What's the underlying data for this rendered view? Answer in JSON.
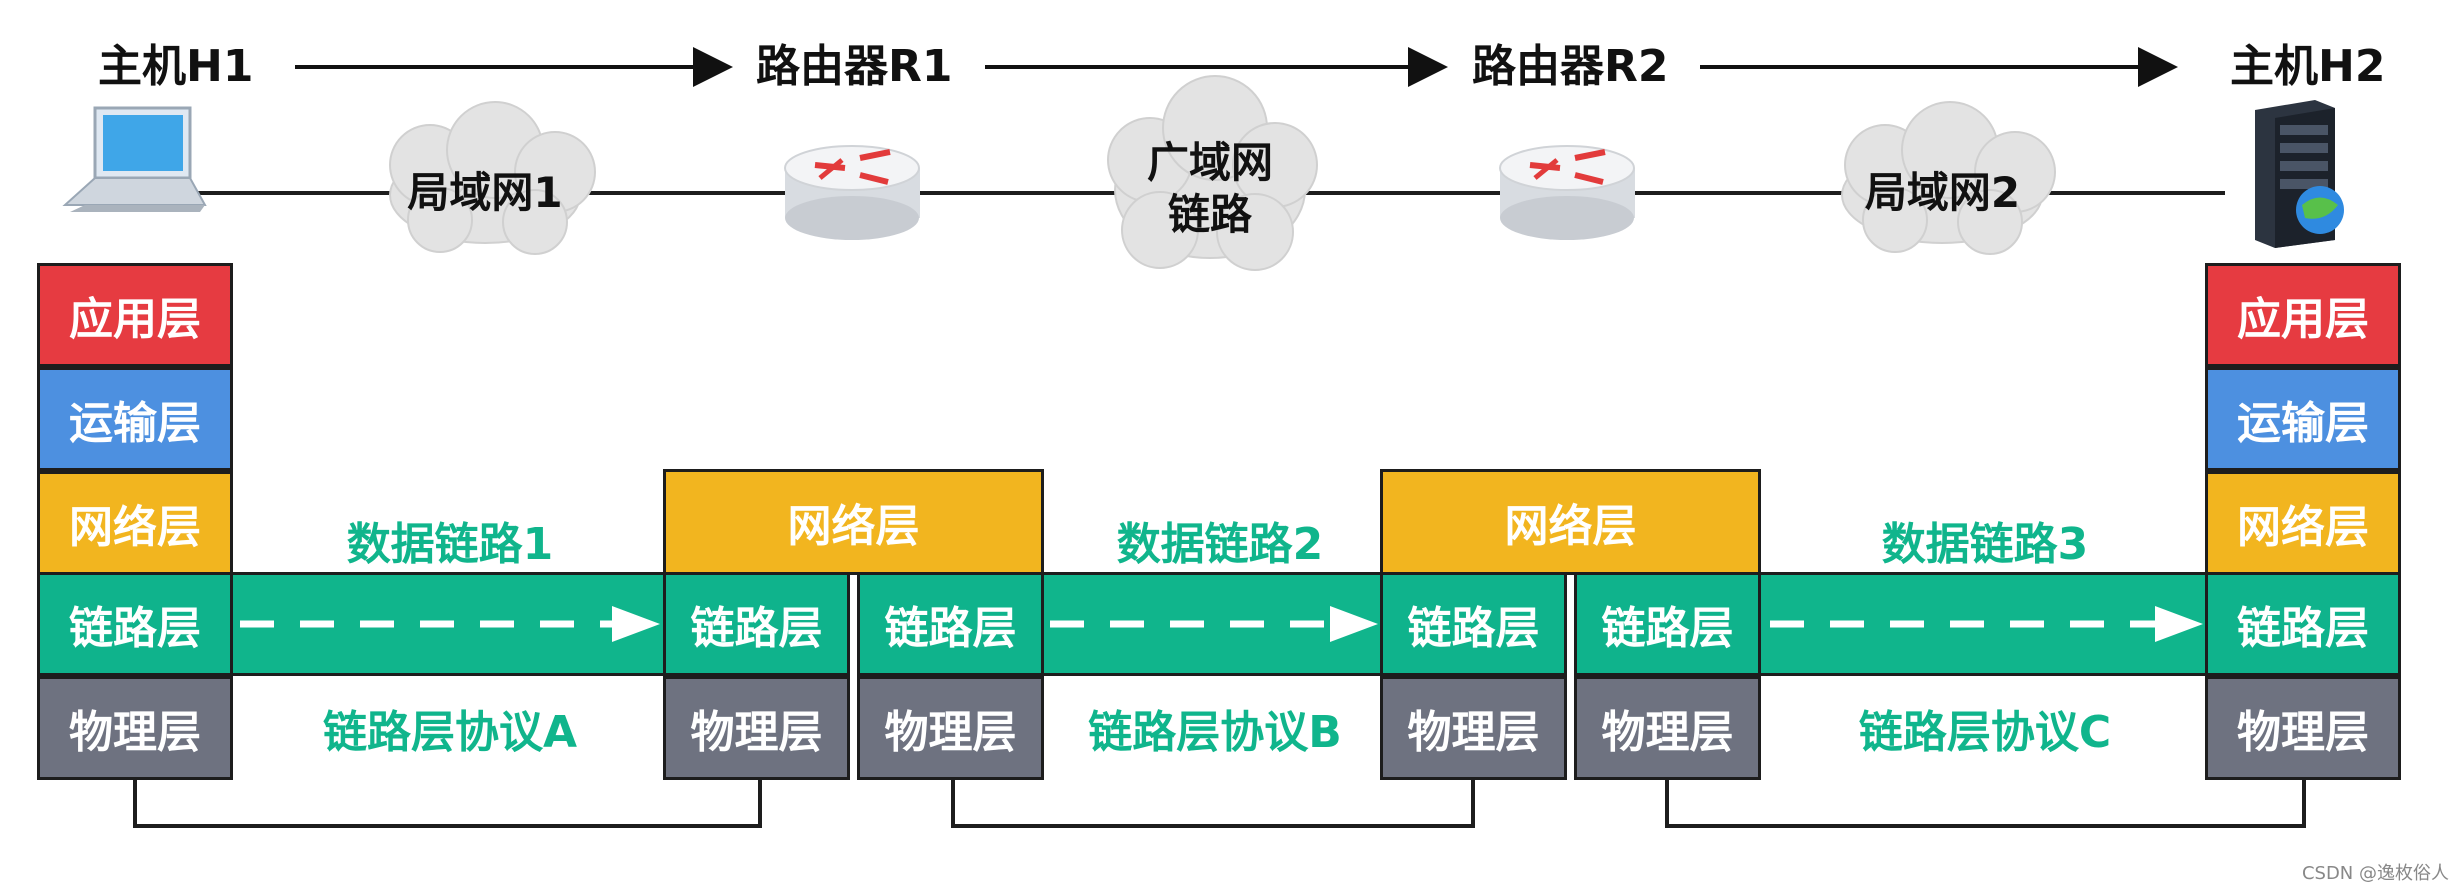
{
  "nodes": {
    "host1": "主机H1",
    "router1": "路由器R1",
    "router2": "路由器R2",
    "host2": "主机H2"
  },
  "networks": {
    "lan1": "局域网1",
    "wan_line1": "广域网",
    "wan_line2": "链路",
    "lan2": "局域网2"
  },
  "layers": {
    "application": "应用层",
    "transport": "运输层",
    "network": "网络层",
    "link": "链路层",
    "physical": "物理层"
  },
  "data_links": {
    "dl1": "数据链路1",
    "dl2": "数据链路2",
    "dl3": "数据链路3"
  },
  "protocols": {
    "a": "链路层协议A",
    "b": "链路层协议B",
    "c": "链路层协议C"
  },
  "watermark": "CSDN @逸枚俗人",
  "colors": {
    "application": "#e63b41",
    "transport": "#4d90e0",
    "network": "#f2b51f",
    "link": "#0fb38c",
    "physical": "#6e7280",
    "label_green": "#10b58c"
  }
}
